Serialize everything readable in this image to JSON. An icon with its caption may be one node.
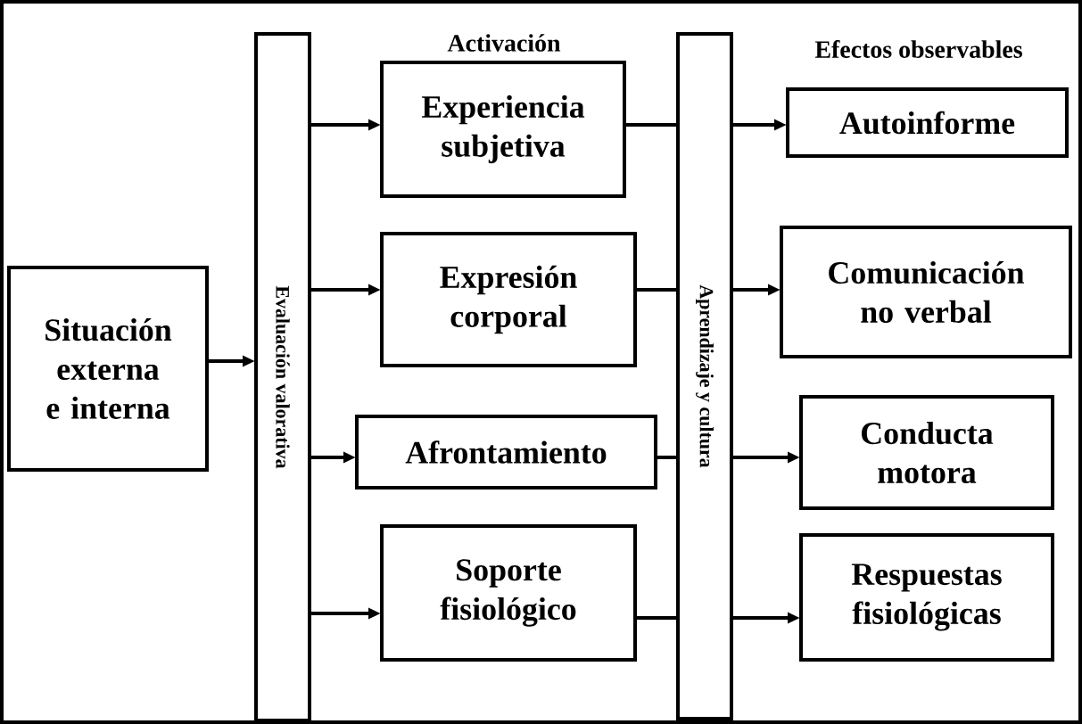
{
  "diagram": {
    "nodes": [
      {
        "text": [
          "Situación externa e interna"
        ]
      },
      {
        "text": [
          "Evaluación valorativa"
        ]
      },
      {
        "text": [
          "Experiencia subjetiva"
        ]
      },
      {
        "text": [
          "Expresión corporal"
        ]
      },
      {
        "text": [
          "Afrontamiento"
        ]
      },
      {
        "text": [
          "Soporte fisiológico"
        ]
      },
      {
        "text": [
          "Aprendizaje y cultura"
        ]
      },
      {
        "text": [
          "Autoinforme"
        ]
      },
      {
        "text": [
          "Comunicación no verbal"
        ]
      },
      {
        "text": [
          "Conducta motora"
        ]
      },
      {
        "text": [
          "Respuestas fisiológicas"
        ]
      }
    ],
    "edges": [
      {
        "from": 0,
        "to": 1,
        "arrow": "to"
      },
      {
        "from": 1,
        "to": 2,
        "arrow": "to"
      },
      {
        "from": 1,
        "to": 3,
        "arrow": "to"
      },
      {
        "from": 1,
        "to": 4,
        "arrow": "to"
      },
      {
        "from": 1,
        "to": 5,
        "arrow": "to"
      },
      {
        "from": 2,
        "to": 6,
        "arrow": "none"
      },
      {
        "from": 3,
        "to": 6,
        "arrow": "none"
      },
      {
        "from": 4,
        "to": 6,
        "arrow": "none"
      },
      {
        "from": 5,
        "to": 6,
        "arrow": "none"
      },
      {
        "from": 6,
        "to": 7,
        "arrow": "to"
      },
      {
        "from": 6,
        "to": 8,
        "arrow": "to"
      },
      {
        "from": 6,
        "to": 9,
        "arrow": "to"
      },
      {
        "from": 6,
        "to": 10,
        "arrow": "to"
      }
    ],
    "labels": [
      "Activación",
      "Efectos observables"
    ]
  }
}
